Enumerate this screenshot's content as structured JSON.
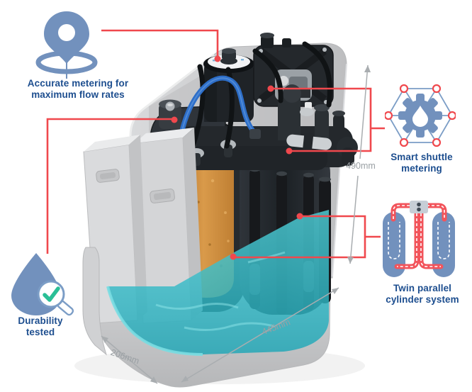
{
  "callouts": {
    "accurate_metering": {
      "icon": "location-pin-target-icon",
      "lines": [
        "Accurate metering for",
        "maximum flow rates"
      ]
    },
    "smart_shuttle": {
      "icon": "hex-gear-drop-icon",
      "lines": [
        "Smart shuttle",
        "metering"
      ]
    },
    "twin_cylinder": {
      "icon": "twin-cylinders-flow-icon",
      "lines": [
        "Twin parallel",
        "cylinder system"
      ]
    },
    "durability": {
      "icon": "drop-magnifier-check-icon",
      "lines": [
        "Durability",
        "tested"
      ]
    }
  },
  "dimensions": {
    "height": "490mm",
    "width": "445mm",
    "depth": "206mm"
  },
  "colors": {
    "accent_red": "#f0484d",
    "icon_blue": "#7291bd",
    "icon_outline_blue": "#7b9dc6",
    "label_blue": "#1d4e8f",
    "dimension_gray": "#9aa0a4",
    "water_teal": "#2fc0cb",
    "resin_orange": "#c98a3f",
    "check_green": "#2abf96"
  }
}
